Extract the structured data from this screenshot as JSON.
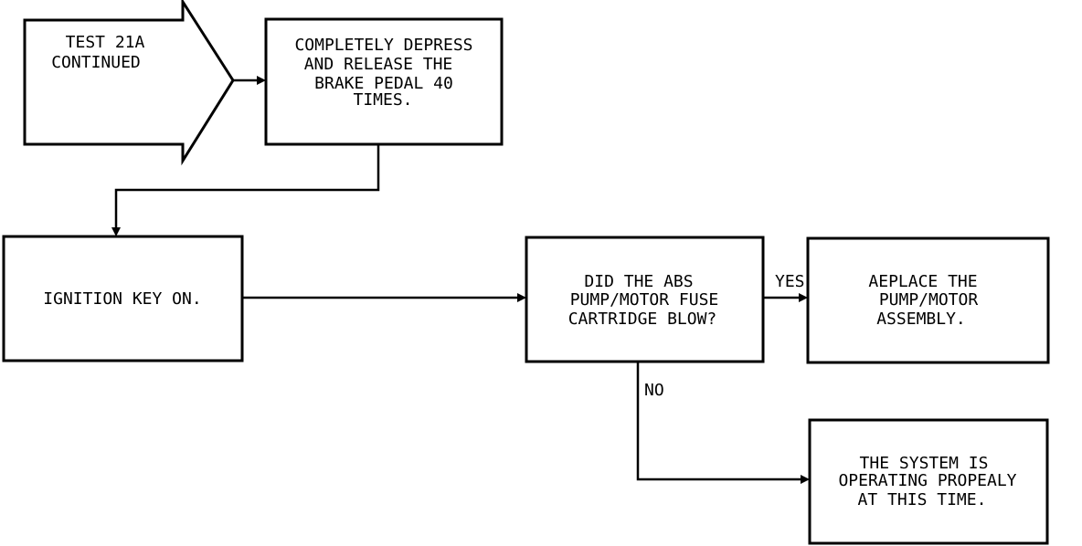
{
  "start_arrow": {
    "lines": [
      "TEST 21A",
      "CONTINUED"
    ]
  },
  "step_depress": {
    "lines": [
      "COMPLETELY DEPRESS",
      "AND RELEASE THE",
      "BRAKE PEDAL 40",
      "TIMES."
    ]
  },
  "step_ignition": {
    "lines": [
      "IGNITION KEY ON."
    ]
  },
  "decision_fuse": {
    "lines": [
      "DID THE ABS",
      "PUMP/MOTOR FUSE",
      "CARTRIDGE BLOW?"
    ]
  },
  "result_replace": {
    "lines": [
      "AEPLACE THE",
      "PUMP/MOTOR",
      "ASSEMBLY."
    ]
  },
  "result_ok": {
    "lines": [
      "THE SYSTEM IS",
      "OPERATING PROPEALY",
      "AT THIS TIME."
    ]
  },
  "labels": {
    "yes": "YES",
    "no": "NO"
  }
}
